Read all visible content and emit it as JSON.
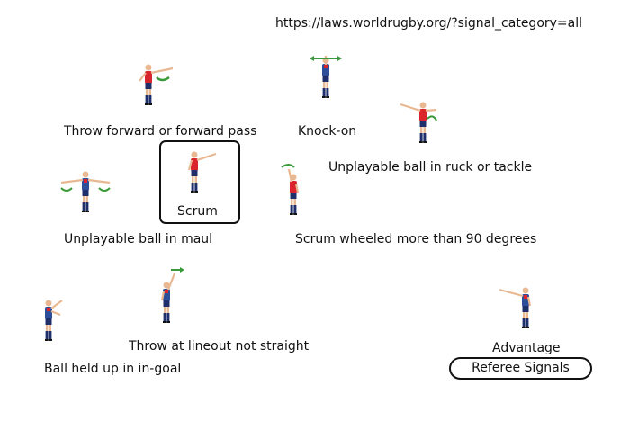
{
  "url": "https://laws.worldrugby.org/?signal_category=all",
  "signals": [
    {
      "label": "Throw forward or forward pass"
    },
    {
      "label": "Knock-on"
    },
    {
      "label": "Unplayable ball in ruck or tackle"
    },
    {
      "label": "Scrum"
    },
    {
      "label": "Unplayable ball in maul"
    },
    {
      "label": "Scrum wheeled more than 90 degrees"
    },
    {
      "label": "Throw at lineout not straight"
    },
    {
      "label": "Ball held up in in-goal"
    },
    {
      "label": "Advantage"
    }
  ],
  "button": {
    "label": "Referee Signals"
  },
  "colors": {
    "shirt_red": "#d9252b",
    "shirt_blue": "#2d4f9a",
    "shorts": "#1e2f6b",
    "arrow_green": "#3a9a3a",
    "skin": "#e8b892"
  }
}
